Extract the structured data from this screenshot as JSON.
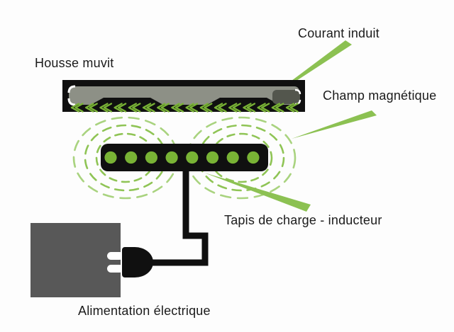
{
  "labels": {
    "housse": "Housse muvit",
    "courant_induit": "Courant induit",
    "champ_magnetique": "Champ magnétique",
    "tapis_de_charge": "Tapis de charge - inducteur",
    "alimentation": "Alimentation électrique"
  },
  "housse": {
    "induced_current_arrow_count": 16
  },
  "charging_mat": {
    "coil_dot_count": 8
  },
  "magnetic_field": {
    "coil_groups": 2,
    "rings_per_group": 3
  },
  "colors": {
    "green": "#79b335",
    "green-pointer": "#8cc152",
    "green-field": "#8fc455",
    "green-field-light": "#a9d37f",
    "case-black": "#101010",
    "phone-gray": "#8d9086",
    "cap-gray": "#53564d",
    "box-gray": "#585858",
    "text": "#1b1b1b",
    "bg": "#fdfdfd"
  }
}
